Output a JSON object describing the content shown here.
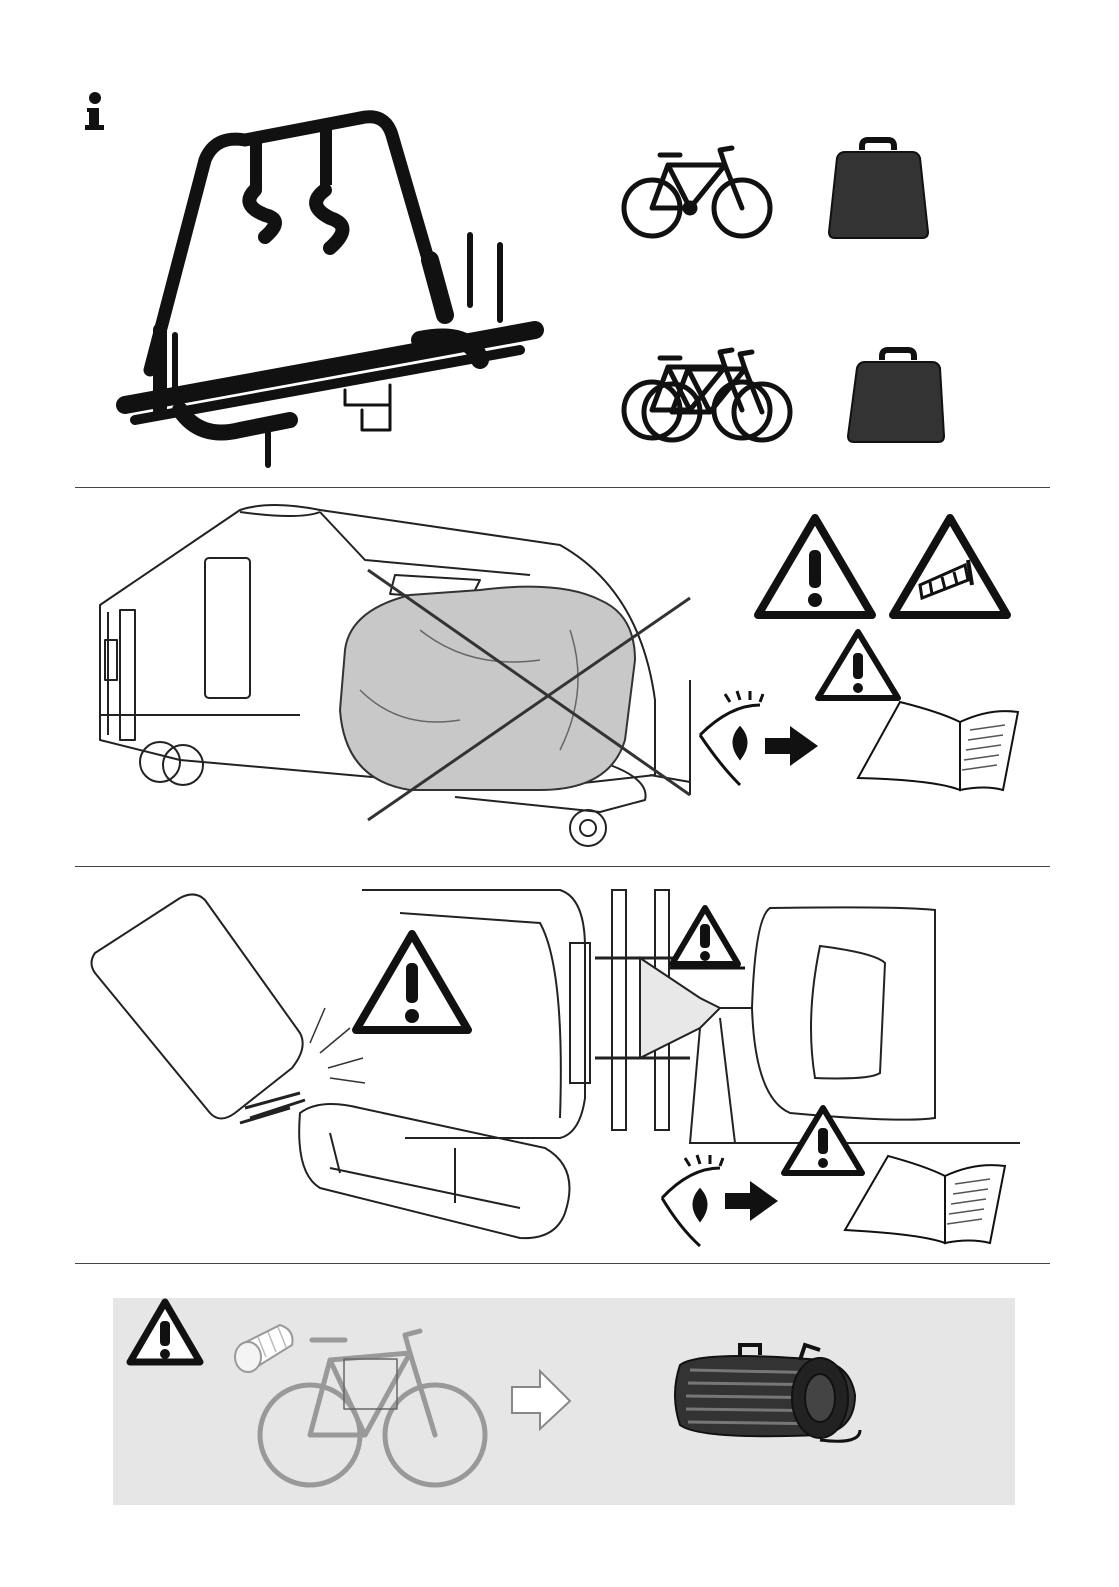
{
  "page": {
    "background": "#ffffff",
    "ink": "#111111",
    "panel_bg": "#e6e6e6",
    "cover_fill": "#c8c8c8"
  },
  "sections": [
    {
      "id": "rack-load",
      "icons": [
        "info-icon",
        "bike-rack-illustration",
        "single-bike-icon",
        "weight-icon",
        "double-bike-icon",
        "weight-icon"
      ]
    },
    {
      "id": "no-cover",
      "icons": [
        "caravan-illustration",
        "bike-cover-prohibited",
        "warning-icon",
        "crosswind-warning-icon",
        "warning-icon",
        "eye-icon",
        "arrow-right-icon",
        "manual-book-icon"
      ]
    },
    {
      "id": "clearance",
      "icons": [
        "caravan-turning-illustration",
        "collision-warning-icon",
        "top-view-caravan-car",
        "clearance-warning-icon",
        "warning-icon",
        "eye-icon",
        "arrow-right-icon",
        "manual-book-icon"
      ]
    },
    {
      "id": "frame-protector",
      "icons": [
        "warning-icon",
        "frame-protector-icon",
        "bike-outline-illustration",
        "arrow-outline-icon",
        "strap-bundle-illustration"
      ]
    }
  ]
}
